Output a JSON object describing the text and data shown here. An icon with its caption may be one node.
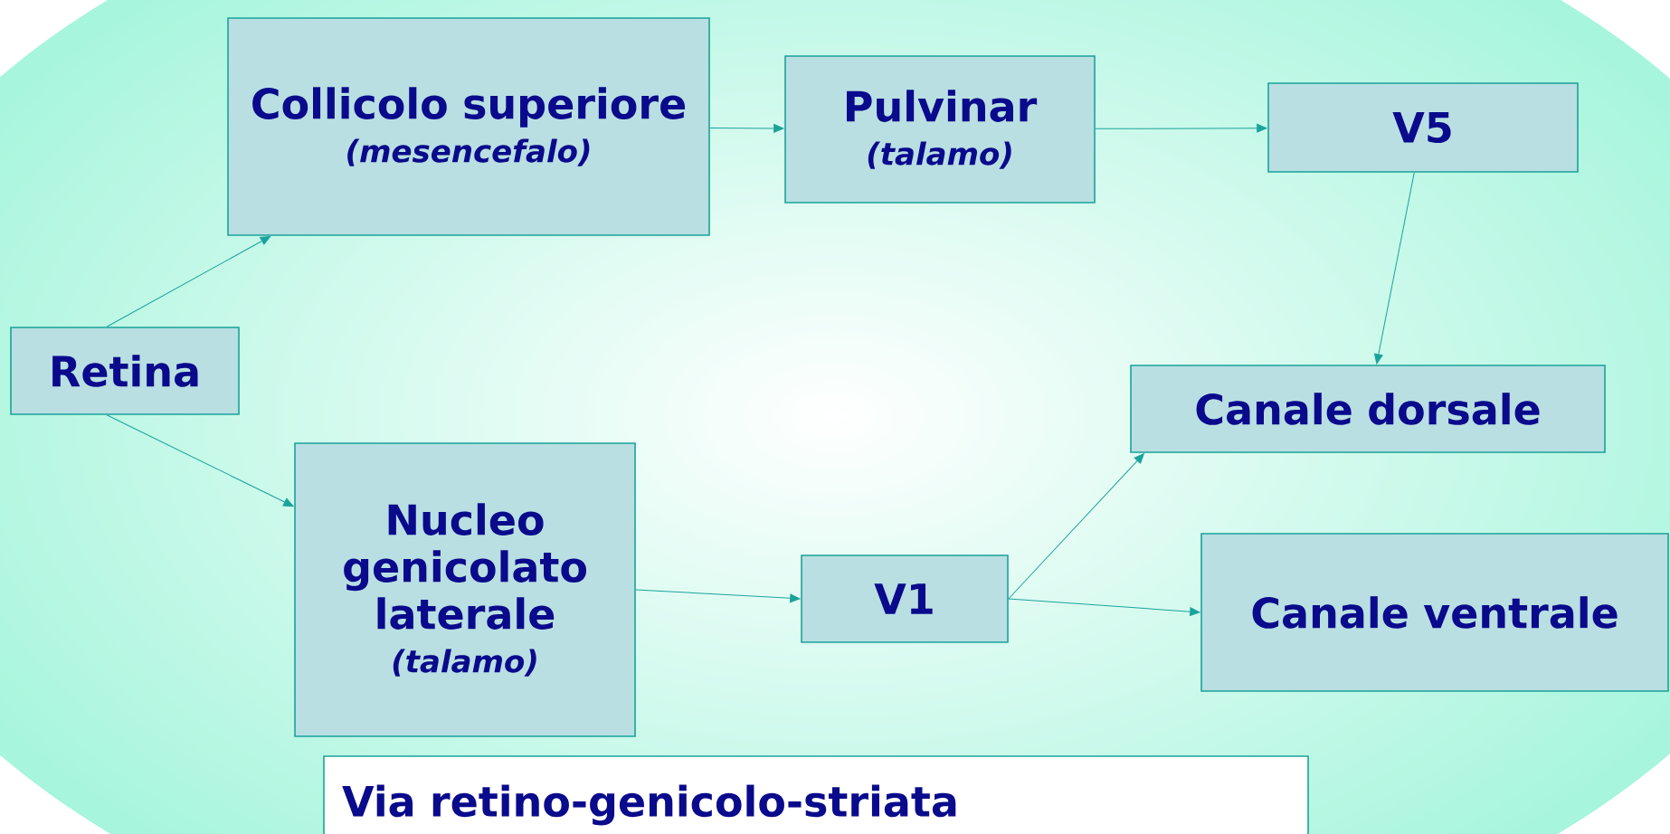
{
  "diagram": {
    "nodes": [
      {
        "text": [
          "Retina"
        ]
      },
      {
        "text": [
          "Collicolo superiore",
          "(mesencefalo)"
        ]
      },
      {
        "text": [
          "Pulvinar",
          "(talamo)"
        ]
      },
      {
        "text": [
          "V5"
        ]
      },
      {
        "text": [
          "Nucleo genicolato laterale",
          "(talamo)"
        ]
      },
      {
        "text": [
          "V1"
        ]
      },
      {
        "text": [
          "Canale dorsale"
        ]
      },
      {
        "text": [
          "Canale ventrale"
        ]
      },
      {
        "text": [
          "Via retino-genicolo-striata"
        ]
      }
    ],
    "edges": [
      {
        "from": 0,
        "to": 1,
        "arrow": "to"
      },
      {
        "from": 1,
        "to": 2,
        "arrow": "to"
      },
      {
        "from": 2,
        "to": 3,
        "arrow": "to"
      },
      {
        "from": 3,
        "to": 6,
        "arrow": "to"
      },
      {
        "from": 0,
        "to": 4,
        "arrow": "to"
      },
      {
        "from": 4,
        "to": 5,
        "arrow": "to"
      },
      {
        "from": 5,
        "to": 6,
        "arrow": "to"
      },
      {
        "from": 5,
        "to": 7,
        "arrow": "to"
      }
    ]
  }
}
